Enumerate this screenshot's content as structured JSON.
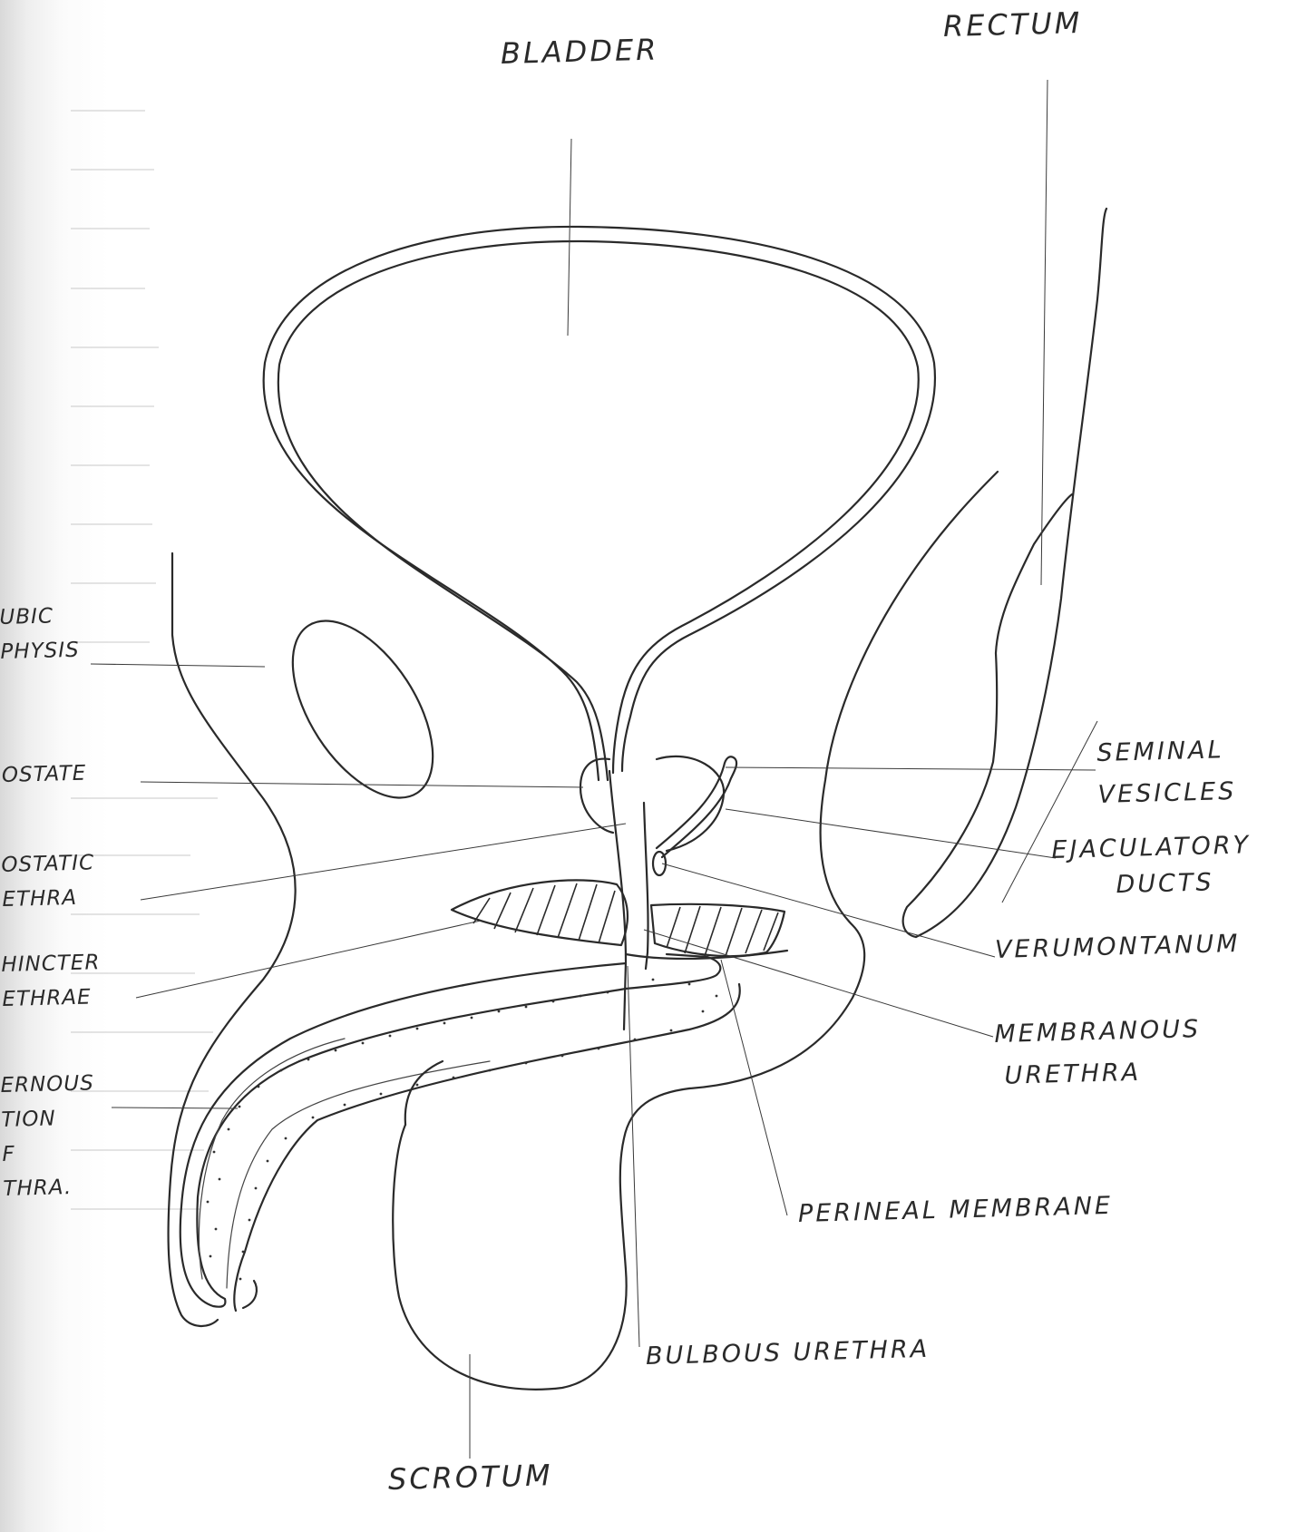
{
  "diagram": {
    "labels": {
      "bladder": "BLADDER",
      "rectum": "RECTUM",
      "seminal_vesicles_line1": "SEMINAL",
      "seminal_vesicles_line2": "VESICLES",
      "ejaculatory_ducts_line1": "EJACULATORY",
      "ejaculatory_ducts_line2": "DUCTS",
      "verumontanum": "VERUMONTANUM",
      "membranous_urethra_line1": "MEMBRANOUS",
      "membranous_urethra_line2": "URETHRA",
      "perineal_membrane": "PERINEAL MEMBRANE",
      "bulbous_urethra": "BULBOUS URETHRA",
      "scrotum": "SCROTUM",
      "pubic_symphysis_line1": "UBIC",
      "pubic_symphysis_line2": "PHYSIS",
      "prostate": "OSTATE",
      "prostatic_urethra_line1": "OSTATIC",
      "prostatic_urethra_line2": "ETHRA",
      "sphincter_urethrae_line1": "HINCTER",
      "sphincter_urethrae_line2": "ETHRAE",
      "cavernous_portion_line1": "ERNOUS",
      "cavernous_portion_line2": "TION",
      "cavernous_portion_line3": "F",
      "cavernous_portion_line4": "THRA."
    }
  }
}
